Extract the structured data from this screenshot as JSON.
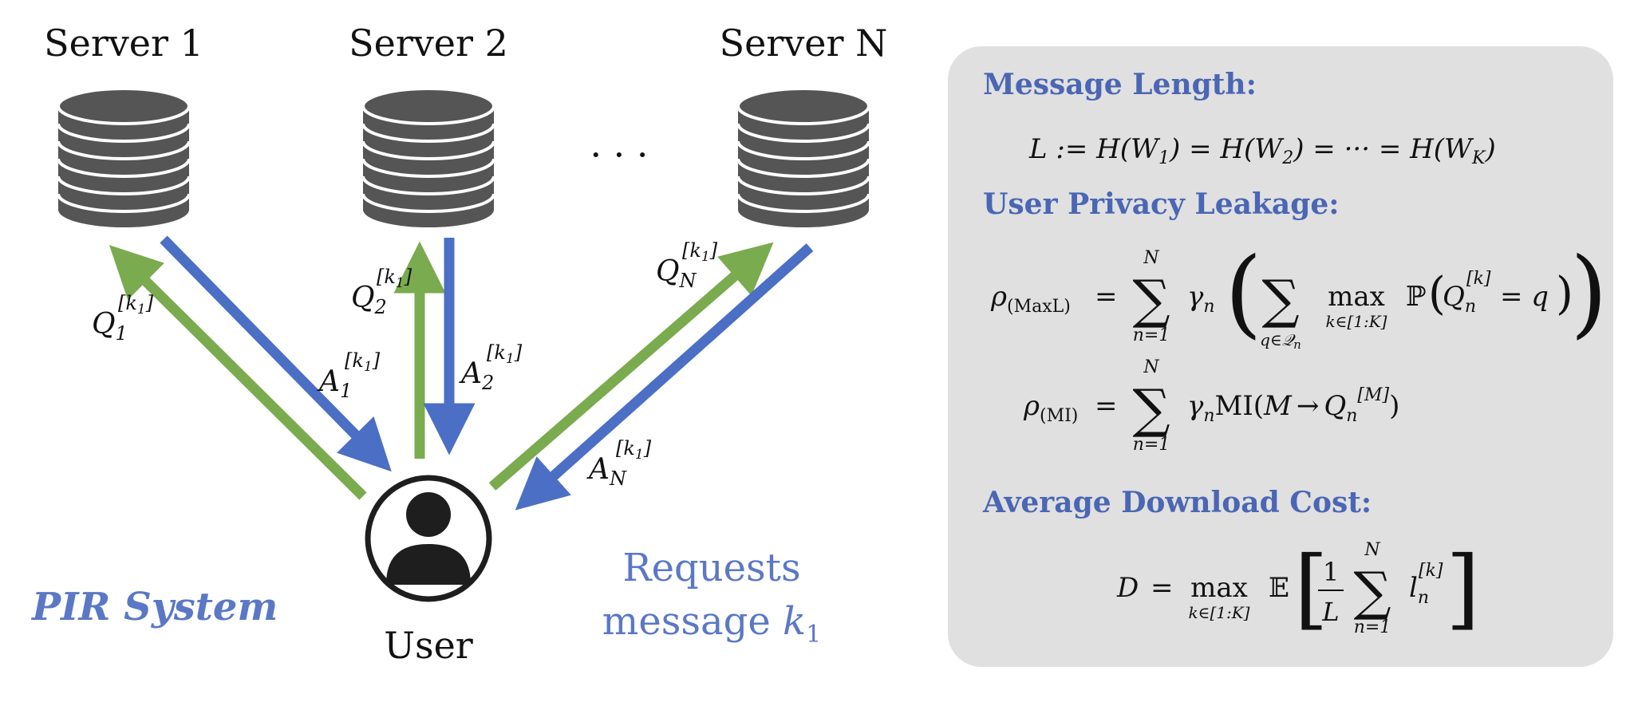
{
  "servers": [
    {
      "label": "Server 1"
    },
    {
      "label": "Server 2"
    },
    {
      "label": "Server N"
    }
  ],
  "ellipsis": "· · ·",
  "user": {
    "label": "User"
  },
  "system_title": "PIR System",
  "request": {
    "line1": "Requests",
    "line2_text": "message ",
    "line2_var": "k",
    "line2_sub": "1"
  },
  "arrows": {
    "q1": {
      "base": "Q",
      "sub": "1",
      "sup": "[k",
      "supsub": "1",
      "supclose": "]"
    },
    "a1": {
      "base": "A",
      "sub": "1",
      "sup": "[k",
      "supsub": "1",
      "supclose": "]"
    },
    "q2": {
      "base": "Q",
      "sub": "2",
      "sup": "[k",
      "supsub": "1",
      "supclose": "]"
    },
    "a2": {
      "base": "A",
      "sub": "2",
      "sup": "[k",
      "supsub": "1",
      "supclose": "]"
    },
    "qn": {
      "base": "Q",
      "sub": "N",
      "sup": "[k",
      "supsub": "1",
      "supclose": "]"
    },
    "an": {
      "base": "A",
      "sub": "N",
      "sup": "[k",
      "supsub": "1",
      "supclose": "]"
    }
  },
  "panel": {
    "message_length_title": "Message Length:",
    "message_length_eq": {
      "lhs": "L := H(W",
      "s1": "1",
      "m1": ") = H(W",
      "s2": "2",
      "m2": ") = ··· = H(W",
      "sk": "K",
      "end": ")"
    },
    "privacy_title": "User Privacy Leakage:",
    "maxl": {
      "rho": "ρ",
      "sub": "(MaxL)",
      "eq": "=",
      "sum_top": "N",
      "sum_bot": "n=1",
      "gamma": "γ",
      "gsub": "n",
      "inner_bot": "q∈𝒬",
      "inner_bot_sub": "n",
      "max": "max",
      "max_bot": "k∈[1:K]",
      "prob": "ℙ",
      "q": "Q",
      "qsub": "n",
      "qsup": "[k]",
      "tail": "= q"
    },
    "mi": {
      "rho": "ρ",
      "sub": "(MI)",
      "eq": "=",
      "sum_top": "N",
      "sum_bot": "n=1",
      "gamma": "γ",
      "gsub": "n",
      "mi": "MI(",
      "m": "M",
      "arrow": "→",
      "q": "Q",
      "qsub": "n",
      "qsup": "[M]",
      "close": ")"
    },
    "download_title": "Average Download Cost:",
    "download_eq": {
      "d": "D",
      "eq": "=",
      "max": "max",
      "max_bot": "k∈[1:K]",
      "exp": "𝔼",
      "one": "1",
      "L": "L",
      "sum_top": "N",
      "sum_bot": "n=1",
      "l": "l",
      "lsub": "n",
      "lsup": "[k]"
    }
  },
  "colors": {
    "green": "#7aab4f",
    "blue": "#4a6fc4",
    "db": "#555555",
    "panel_bg": "#e0e0e0",
    "accent_text": "#4a66b4"
  }
}
